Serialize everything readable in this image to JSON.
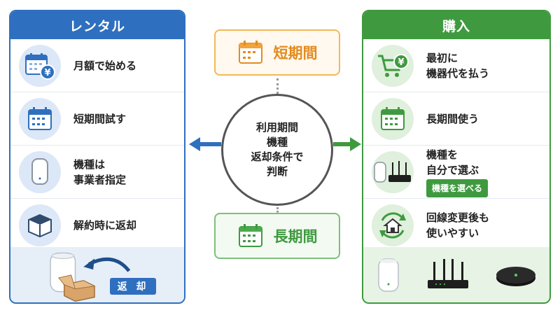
{
  "rental": {
    "title": "レンタル",
    "items": [
      {
        "lines": [
          "月額で始める"
        ]
      },
      {
        "lines": [
          "短期間試す"
        ]
      },
      {
        "lines": [
          "機種は",
          "事業者指定"
        ]
      },
      {
        "lines": [
          "解約時に返却"
        ]
      }
    ],
    "return_label": "返 却"
  },
  "purchase": {
    "title": "購入",
    "items": [
      {
        "lines": [
          "最初に",
          "機器代を払う"
        ]
      },
      {
        "lines": [
          "長期間使う"
        ]
      },
      {
        "lines": [
          "機種を",
          "自分で選ぶ"
        ],
        "tag": "機種を選べる"
      },
      {
        "lines": [
          "回線変更後も",
          "使いやすい"
        ]
      }
    ]
  },
  "center": {
    "short_term": "短期間",
    "long_term": "長期間",
    "decision_lines": [
      "利用期間",
      "機種",
      "返却条件で",
      "判断"
    ]
  },
  "colors": {
    "rental_blue": "#2f6fbf",
    "purchase_green": "#3f9a3f",
    "short_orange": "#e38b1f"
  }
}
